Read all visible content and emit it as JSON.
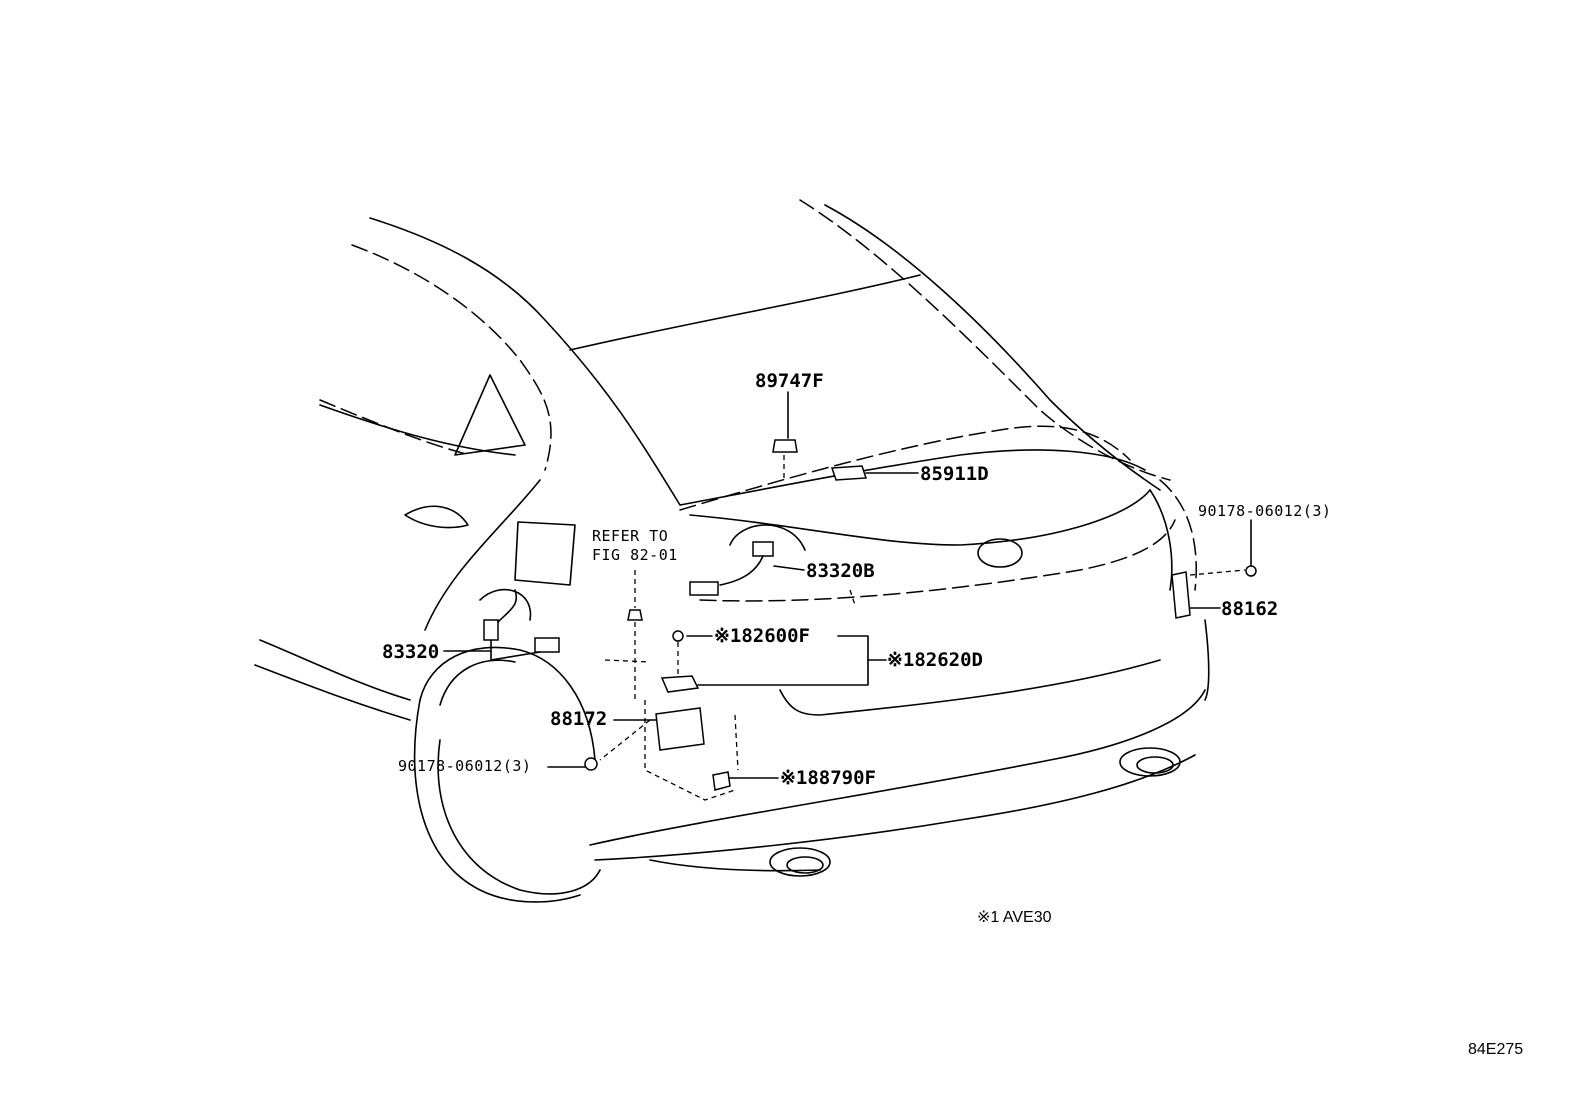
{
  "diagram_code": "84E275",
  "footnote": "※1 AVE30",
  "refer": {
    "line1": "REFER TO",
    "line2": "FIG 82-01"
  },
  "parts": {
    "p89747F": "89747F",
    "p85911D": "85911D",
    "p83320B": "83320B",
    "p83320": "83320",
    "p82600F": "※182600F",
    "p82620D": "※182620D",
    "p88172": "88172",
    "p88790F": "※188790F",
    "p88162": "88162",
    "bolt_left": "90178-06012(3)",
    "bolt_right": "90178-06012(3)"
  }
}
